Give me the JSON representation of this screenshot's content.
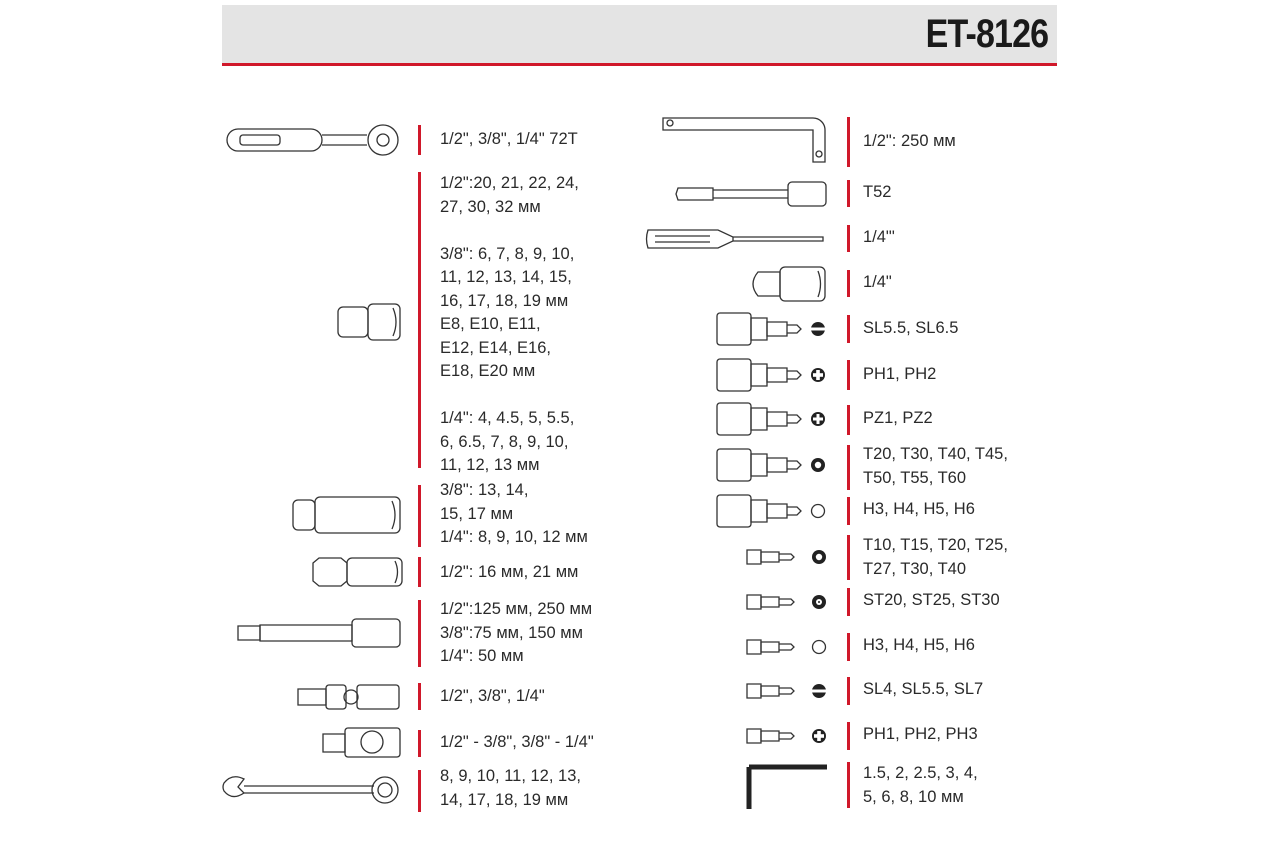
{
  "header": {
    "title": "ET-8126",
    "accent_color": "#d0182a",
    "band_color": "#e4e4e4"
  },
  "left_column": [
    {
      "icon": "ratchet-icon",
      "lines": [
        "1/2\", 3/8\", 1/4\" 72T"
      ]
    },
    {
      "icon": "socket-icon",
      "lines": [
        "1/2\":20, 21, 22, 24,",
        " 27, 30, 32 мм",
        "",
        "3/8\": 6, 7, 8, 9, 10,",
        "11, 12, 13, 14, 15,",
        "16, 17, 18, 19 мм",
        "E8, E10, E11,",
        "E12, E14, E16,",
        "E18, E20 мм",
        "",
        "1/4\": 4, 4.5, 5, 5.5,",
        "6, 6.5, 7, 8, 9, 10,",
        "11, 12, 13 мм"
      ]
    },
    {
      "icon": "deep-socket-icon",
      "lines": [
        "3/8\": 13, 14,",
        "15, 17 мм",
        "1/4\": 8, 9, 10, 12 мм"
      ]
    },
    {
      "icon": "spark-plug-socket-icon",
      "lines": [
        "1/2\": 16 мм, 21 мм"
      ]
    },
    {
      "icon": "extension-bar-icon",
      "lines": [
        "1/2\":125 мм, 250 мм",
        "3/8\":75 мм, 150 мм",
        "1/4\": 50 мм"
      ]
    },
    {
      "icon": "universal-joint-icon",
      "lines": [
        "1/2\", 3/8\", 1/4\""
      ]
    },
    {
      "icon": "adapter-icon",
      "lines": [
        "1/2\" - 3/8\", 3/8\" - 1/4\""
      ]
    },
    {
      "icon": "combination-wrench-icon",
      "lines": [
        "8, 9, 10, 11, 12, 13,",
        "14, 17, 18, 19 мм"
      ]
    }
  ],
  "right_column": [
    {
      "icon": "l-handle-icon",
      "lines": [
        "1/2\": 250 мм"
      ]
    },
    {
      "icon": "bit-holder-icon",
      "lines": [
        "T52"
      ]
    },
    {
      "icon": "screwdriver-handle-icon",
      "lines": [
        "1/4\"'"
      ]
    },
    {
      "icon": "bit-adapter-icon",
      "lines": [
        "1/4\""
      ]
    },
    {
      "icon": "slotted-bit-socket-icon",
      "lines": [
        "SL5.5, SL6.5"
      ]
    },
    {
      "icon": "phillips-bit-socket-icon",
      "lines": [
        "PH1, PH2"
      ]
    },
    {
      "icon": "pozidriv-bit-socket-icon",
      "lines": [
        "PZ1, PZ2"
      ]
    },
    {
      "icon": "torx-bit-socket-icon",
      "lines": [
        "T20, T30, T40, T45,",
        "T50, T55, T60"
      ]
    },
    {
      "icon": "hex-bit-socket-icon",
      "lines": [
        "H3, H4, H5, H6"
      ]
    },
    {
      "icon": "torx-bit-icon",
      "lines": [
        "T10, T15, T20, T25,",
        "T27, T30, T40"
      ]
    },
    {
      "icon": "tamper-torx-bit-icon",
      "lines": [
        "ST20, ST25, ST30"
      ]
    },
    {
      "icon": "hex-bit-icon",
      "lines": [
        "H3, H4, H5, H6"
      ]
    },
    {
      "icon": "slotted-bit-icon",
      "lines": [
        "SL4, SL5.5, SL7"
      ]
    },
    {
      "icon": "phillips-bit-icon",
      "lines": [
        "PH1, PH2, PH3"
      ]
    },
    {
      "icon": "hex-key-icon",
      "lines": [
        "1.5, 2, 2.5, 3, 4,",
        "5, 6, 8, 10 мм"
      ]
    }
  ]
}
